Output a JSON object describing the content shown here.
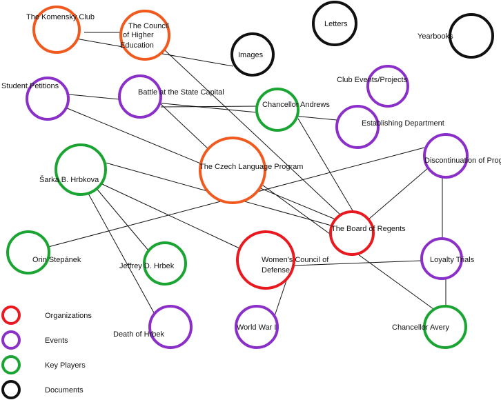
{
  "colors": {
    "Organizations": "#e8191f",
    "Events": "#8b2fc9",
    "Key Players": "#1aa533",
    "Documents": "#111111",
    "Highlight": "#f05a1e"
  },
  "legend": [
    {
      "label": "Organizations",
      "category": "Organizations"
    },
    {
      "label": "Events",
      "category": "Events"
    },
    {
      "label": "Key Players",
      "category": "Key Players"
    },
    {
      "label": "Documents",
      "category": "Documents"
    }
  ],
  "nodes": [
    {
      "id": "komensky",
      "label": "The Komenský Club",
      "category": "Highlight"
    },
    {
      "id": "council",
      "label": "The Council of Higher Education",
      "category": "Highlight"
    },
    {
      "id": "images",
      "label": "Images",
      "category": "Documents"
    },
    {
      "id": "letters",
      "label": "Letters",
      "category": "Documents"
    },
    {
      "id": "yearbooks",
      "label": "Yearbooks",
      "category": "Documents"
    },
    {
      "id": "petitions",
      "label": "Student Petitions",
      "category": "Events"
    },
    {
      "id": "battle",
      "label": "Battle at the State Capital",
      "category": "Events"
    },
    {
      "id": "andrews",
      "label": "Chancellor Andrews",
      "category": "Key Players"
    },
    {
      "id": "clubevents",
      "label": "Club Events/Projects",
      "category": "Events"
    },
    {
      "id": "establishing",
      "label": "Establishing Department",
      "category": "Events"
    },
    {
      "id": "hrbkova",
      "label": "Šarka B. Hrbkova",
      "category": "Key Players"
    },
    {
      "id": "czech",
      "label": "The Czech Language Program",
      "category": "Highlight"
    },
    {
      "id": "discontinuation",
      "label": "Discontinuation of Program",
      "category": "Events"
    },
    {
      "id": "regents",
      "label": "The Board of Regents",
      "category": "Organizations"
    },
    {
      "id": "orin",
      "label": "Orin Stepánek",
      "category": "Key Players"
    },
    {
      "id": "jeffrey",
      "label": "Jeffrey D. Hrbek",
      "category": "Key Players"
    },
    {
      "id": "womens",
      "label": "Women's Council of Defense",
      "category": "Organizations"
    },
    {
      "id": "loyalty",
      "label": "Loyalty Trials",
      "category": "Events"
    },
    {
      "id": "death",
      "label": "Death of Hrbek",
      "category": "Events"
    },
    {
      "id": "ww1",
      "label": "World War I",
      "category": "Events"
    },
    {
      "id": "avery",
      "label": "Chancellor Avery",
      "category": "Key Players"
    }
  ],
  "edges": [
    [
      "komensky",
      "council"
    ],
    [
      "komensky",
      "images"
    ],
    [
      "council",
      "regents"
    ],
    [
      "petitions",
      "establishing"
    ],
    [
      "petitions",
      "regents"
    ],
    [
      "battle",
      "czech"
    ],
    [
      "battle",
      "andrews"
    ],
    [
      "andrews",
      "regents"
    ],
    [
      "hrbkova",
      "regents"
    ],
    [
      "hrbkova",
      "jeffrey"
    ],
    [
      "hrbkova",
      "death"
    ],
    [
      "hrbkova",
      "womens"
    ],
    [
      "czech",
      "avery"
    ],
    [
      "discontinuation",
      "regents"
    ],
    [
      "discontinuation",
      "loyalty"
    ],
    [
      "orin",
      "discontinuation"
    ],
    [
      "womens",
      "loyalty"
    ],
    [
      "womens",
      "ww1"
    ],
    [
      "loyalty",
      "avery"
    ]
  ]
}
